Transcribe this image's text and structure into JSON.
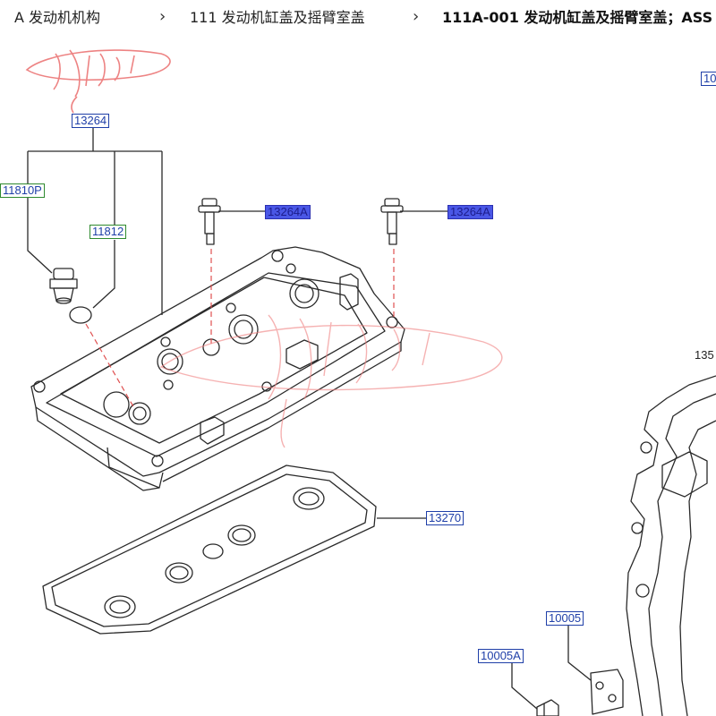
{
  "breadcrumb": {
    "items": [
      {
        "label": "A 发动机机构"
      },
      {
        "label": "111 发动机缸盖及摇臂室盖"
      },
      {
        "label": "111A-001 发动机缸盖及摇臂室盖；ASS"
      }
    ],
    "separator": "›"
  },
  "callouts": {
    "c13264": "13264",
    "c11810p": "11810P",
    "c11812": "11812",
    "c13264a_1": "13264A",
    "c13264a_2": "13264A",
    "c13270": "13270",
    "c10005": "10005",
    "c10005a": "10005A",
    "c135": "135",
    "c10": "10"
  },
  "colors": {
    "callout_border": "#1f3fa8",
    "callout_highlight": "#4a57e6",
    "watermark": "#e85a5a",
    "line": "#2a2a2a",
    "dash": "#e05050"
  }
}
